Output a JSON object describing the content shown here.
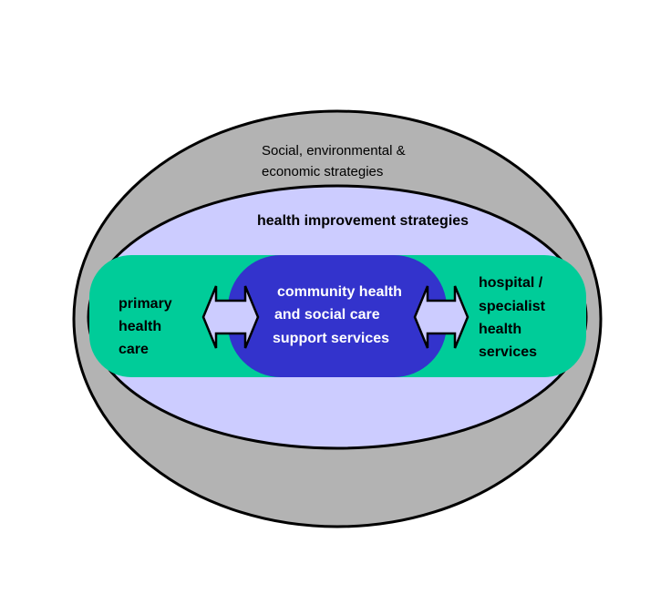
{
  "outer_ellipse": {
    "lines": [
      "Social, environmental &",
      "economic strategies"
    ],
    "color": "#b3b3b3"
  },
  "middle_ellipse": {
    "label": "health improvement strategies",
    "color": "#ccccff"
  },
  "left_box": {
    "lines": [
      "primary",
      "health",
      "care"
    ],
    "color": "#00cc99"
  },
  "right_box": {
    "lines": [
      "hospital /",
      "specialist",
      "health",
      "services"
    ],
    "color": "#00cc99"
  },
  "center": {
    "lines": [
      "community health",
      "and social care",
      "support services"
    ],
    "color": "#3333cc"
  },
  "arrows": {
    "color": "#ccccff",
    "icon": "double-headed-arrow-icon"
  }
}
